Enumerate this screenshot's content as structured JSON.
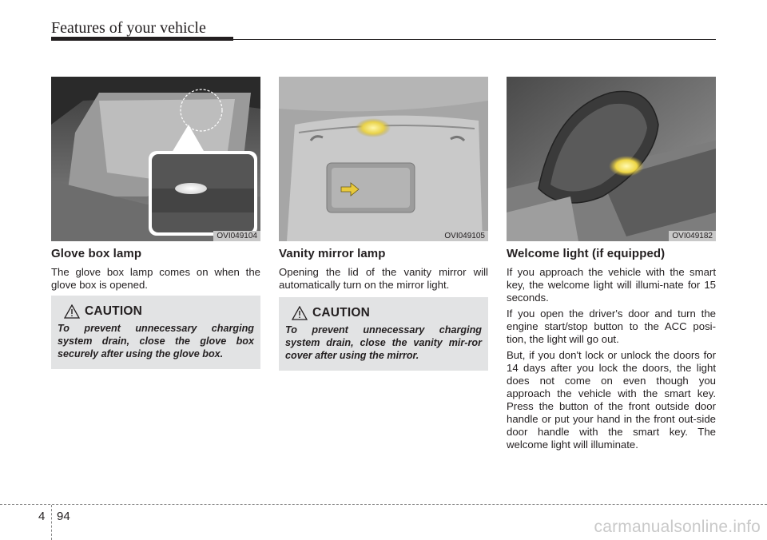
{
  "header": {
    "title": "Features of your vehicle"
  },
  "sections": [
    {
      "image_code": "OVI049104",
      "heading": "Glove box lamp",
      "paragraphs": [
        "The glove box lamp comes on when the glove box is opened."
      ],
      "caution": {
        "title": "CAUTION",
        "text": "To prevent unnecessary charging system drain, close the glove box securely after using the glove box."
      }
    },
    {
      "image_code": "OVI049105",
      "heading": "Vanity mirror lamp",
      "paragraphs": [
        "Opening the lid of the vanity mirror will automatically turn on the mirror light."
      ],
      "caution": {
        "title": "CAUTION",
        "text": "To prevent unnecessary charging system drain, close the vanity mir-ror cover after using the mirror."
      }
    },
    {
      "image_code": "OVI049182",
      "heading": "Welcome light (if equipped)",
      "paragraphs": [
        "If you approach the vehicle with the smart key, the welcome light will illumi-nate for 15 seconds.",
        "If you open the driver's door and turn the engine start/stop button to the ACC posi-tion, the light will go out.",
        "But, if you don't lock or unlock the doors for 14 days after you lock the doors, the light does not come on even though you approach the vehicle with the smart key. Press the button of the front outside door handle or put your hand in the front out-side door handle with the smart key. The welcome light will illuminate."
      ]
    }
  ],
  "footer": {
    "chapter": "4",
    "page": "94",
    "watermark": "carmanualsonline.info"
  },
  "icons": {
    "caution": "warning-triangle-icon"
  },
  "colors": {
    "caution_bg": "#e2e3e4",
    "lamp_glow": "#f2e35a"
  }
}
